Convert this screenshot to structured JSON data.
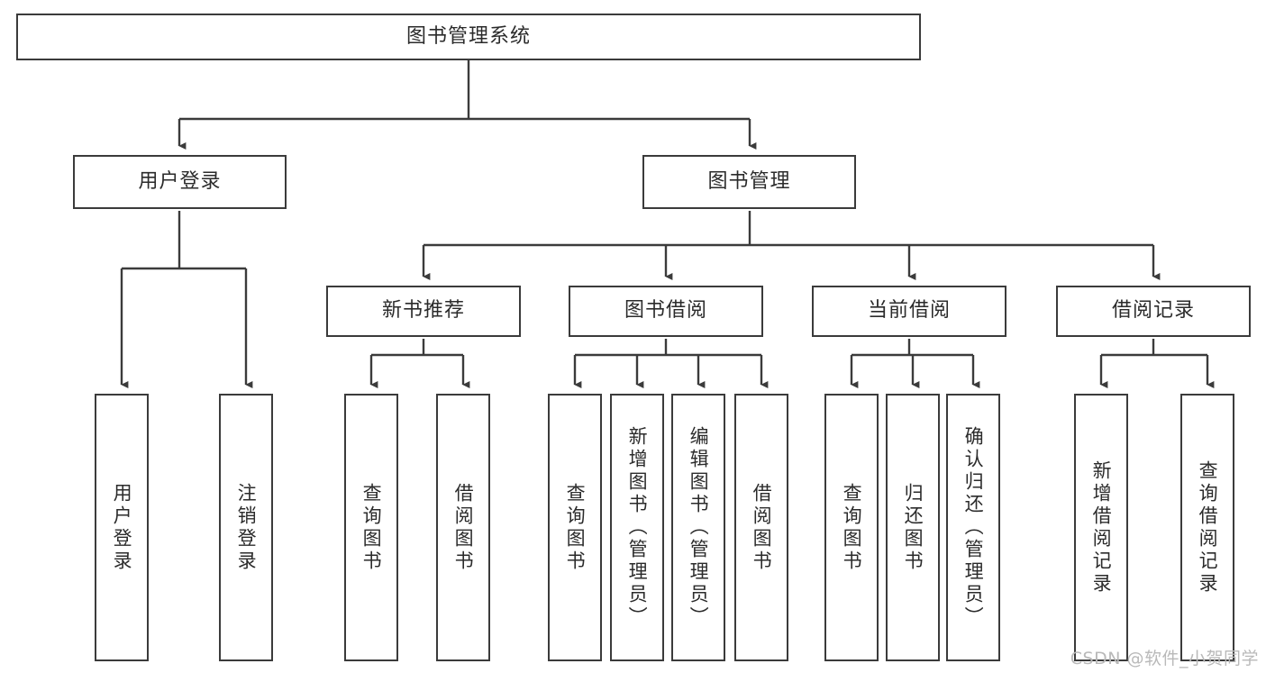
{
  "diagram": {
    "type": "tree-hierarchy",
    "title": "图书管理系统",
    "watermark": "CSDN @软件_小贺同学",
    "colors": {
      "box_border": "#3b3b3b",
      "box_fill": "#ffffff",
      "connector": "#3b3b3b",
      "text": "#2b2b2b",
      "watermark": "#b9b9b9",
      "background": "#ffffff"
    },
    "levels": {
      "root": {
        "label": "图书管理系统"
      },
      "level2": [
        {
          "label": "用户登录"
        },
        {
          "label": "图书管理"
        }
      ],
      "level3": [
        {
          "label": "新书推荐"
        },
        {
          "label": "图书借阅"
        },
        {
          "label": "当前借阅"
        },
        {
          "label": "借阅记录"
        }
      ],
      "leaves": {
        "user_login": [
          {
            "label": "用户登录"
          },
          {
            "label": "注销登录"
          }
        ],
        "new_book_recommend": [
          {
            "label": "查询图书"
          },
          {
            "label": "借阅图书"
          }
        ],
        "book_borrow": [
          {
            "label": "查询图书"
          },
          {
            "label": "新增图书（管理员）"
          },
          {
            "label": "编辑图书（管理员）"
          },
          {
            "label": "借阅图书"
          }
        ],
        "current_borrow": [
          {
            "label": "查询图书"
          },
          {
            "label": "归还图书"
          },
          {
            "label": "确认归还（管理员）"
          }
        ],
        "borrow_record": [
          {
            "label": "新增借阅记录"
          },
          {
            "label": "查询借阅记录"
          }
        ]
      }
    }
  }
}
